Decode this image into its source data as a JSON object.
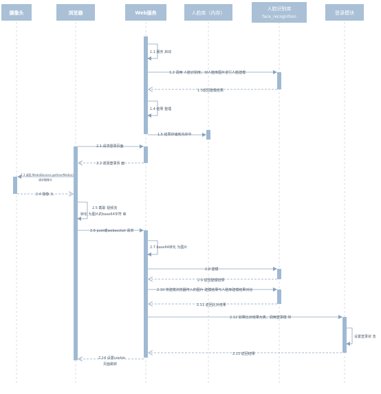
{
  "participants": [
    {
      "id": "camera",
      "lines": [
        "摄像头"
      ],
      "bold": true
    },
    {
      "id": "browser",
      "lines": [
        "浏览器"
      ],
      "bold": true
    },
    {
      "id": "web",
      "lines": [
        "Web服务"
      ],
      "bold": true
    },
    {
      "id": "facelib",
      "lines": [
        "人脸库（内存）"
      ],
      "bold": false
    },
    {
      "id": "recog",
      "lines": [
        "人脸识别库",
        "face_recognition"
      ],
      "bold": false
    },
    {
      "id": "login",
      "lines": [
        "登录模块"
      ],
      "bold": false
    }
  ],
  "messages": [
    {
      "id": "m1_1",
      "text": "1.1 服务 启动"
    },
    {
      "id": "m1_2",
      "text": "1.2 调用 人脸识别库，对人脸库图片进行人脸建模"
    },
    {
      "id": "m1_3",
      "text": "1.3返回建模结果"
    },
    {
      "id": "m1_4",
      "text": "1.4 结果 整理"
    },
    {
      "id": "m1_5",
      "text": "1.5 结果存储到内存中"
    },
    {
      "id": "m2_1",
      "text": "2.1 请求登录页面"
    },
    {
      "id": "m2_2",
      "text": "2.2 返回登录页 面"
    },
    {
      "id": "m2_3",
      "lines": [
        "2.3 调用 MediaDevices.getUserMedia()",
        "请求摄像头"
      ]
    },
    {
      "id": "m2_4",
      "text": "2.4 摄像 头"
    },
    {
      "id": "m2_5",
      "lines": [
        "2.5 截取 视频流",
        "转化 为图片的base64字符 串"
      ]
    },
    {
      "id": "m2_6",
      "text": "2.6 post或websocket 请求"
    },
    {
      "id": "m2_7",
      "text": "2.7 base64转化 为图片"
    },
    {
      "id": "m2_8",
      "text": "2.8 建模"
    },
    {
      "id": "m2_9",
      "text": "2.9 返回建模结果"
    },
    {
      "id": "m2_10",
      "text": "2.10 将建模浏览器传入的图片 建模结果与人脸库建模结果对比"
    },
    {
      "id": "m2_11",
      "text": "2.11 返回比对结果"
    },
    {
      "id": "m2_12",
      "text": "2.12 如果比对结果为真，调用登录模 块"
    },
    {
      "id": "m2_set",
      "text": "设置登录状 态"
    },
    {
      "id": "m2_13",
      "text": "2.13 返回结果"
    },
    {
      "id": "m2_14",
      "lines": [
        "2.14 设置cookie",
        "页面跳转"
      ]
    }
  ],
  "colors": {
    "header": "#a9c0d6",
    "activation": "#9fb9d3",
    "lifeline": "#c5cfd8",
    "arrow": "#8aa2bb",
    "text": "#4a5a6a"
  }
}
